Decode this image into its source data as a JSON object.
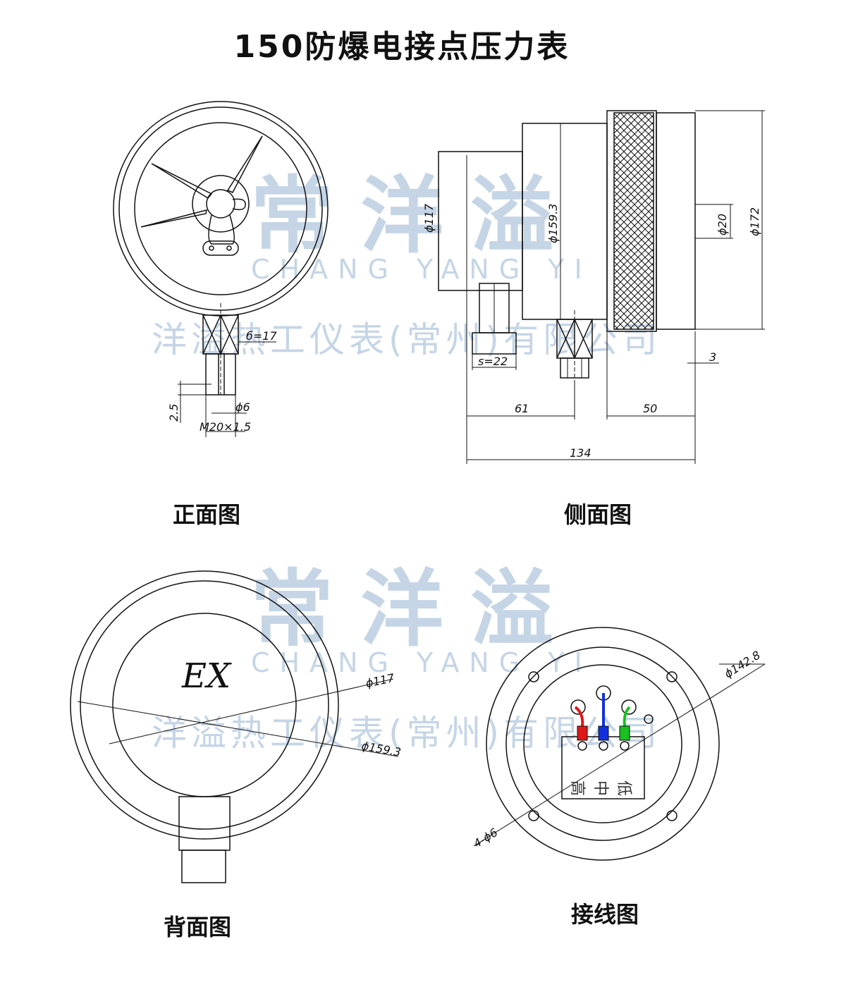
{
  "title": "150防爆电接点压力表",
  "views": {
    "front": "正面图",
    "side": "侧面图",
    "back": "背面图",
    "wiring": "接线图"
  },
  "watermark": {
    "brand_cn": "常洋溢",
    "brand_en": "CHANG YANG YI",
    "company": "洋溢热工仪表(常州)有限公司"
  },
  "dimensions": {
    "front": {
      "wrench": "б=17",
      "thread": "M20×1.5",
      "bore": "ϕ6",
      "depth": "2.5"
    },
    "side": {
      "d117": "ϕ117",
      "d159": "ϕ159.3",
      "d20": "ϕ20",
      "d172": "ϕ172",
      "hex": "s=22",
      "len61": "61",
      "len50": "50",
      "len134": "134",
      "gap": "3"
    },
    "back": {
      "d117": "ϕ117",
      "d159": "ϕ159.3",
      "mark": "EX"
    },
    "wiring": {
      "d142": "ϕ142.8",
      "holes": "4-ϕ6",
      "terminals": [
        "高",
        "中",
        "低"
      ],
      "wire_colors": [
        "#e01818",
        "#1030e0",
        "#18c020"
      ]
    }
  }
}
